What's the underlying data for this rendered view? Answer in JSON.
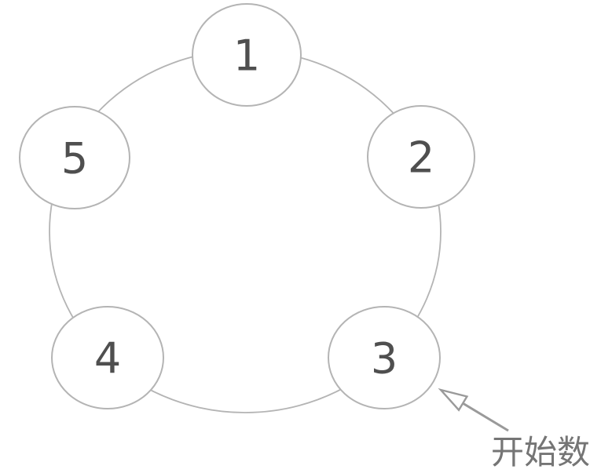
{
  "diagram": {
    "type": "circular-counting-diagram",
    "nodes": [
      {
        "label": "1"
      },
      {
        "label": "2"
      },
      {
        "label": "3"
      },
      {
        "label": "4"
      },
      {
        "label": "5"
      }
    ],
    "annotation": {
      "text": "开始数",
      "points_to_node": "3"
    },
    "colors": {
      "ring_stroke": "#b4b4b4",
      "node_stroke": "#b4b4b4",
      "node_fill": "#ffffff",
      "number": "#4f4f4f",
      "arrow": "#9a9a9a",
      "annotation_text": "#757575",
      "background": "#ffffff"
    }
  }
}
